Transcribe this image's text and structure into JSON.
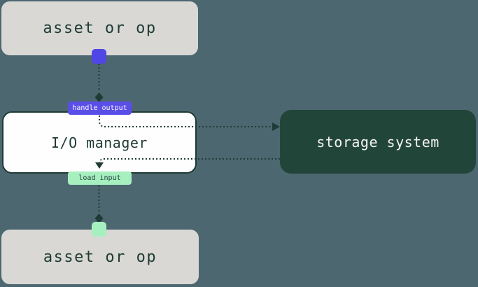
{
  "diagram": {
    "nodes": {
      "asset_top": {
        "label": "asset or op"
      },
      "io_manager": {
        "label": "I/O manager"
      },
      "storage_system": {
        "label": "storage system"
      },
      "asset_bottom": {
        "label": "asset or op"
      }
    },
    "edges": {
      "handle_output": {
        "label": "handle output"
      },
      "load_input": {
        "label": "load input"
      }
    }
  },
  "colors": {
    "background": "#4d6770",
    "asset_box_fill": "#d9d8d5",
    "dark_green": "#1f3b35",
    "io_box_fill": "#fefefe",
    "storage_box_fill": "#22453a",
    "storage_text": "#f4f4f1",
    "output_accent": "#4f46e5",
    "input_accent": "#a6f0c0",
    "badge_output_fill": "#5a4ee8",
    "badge_output_text": "#ffffff"
  }
}
